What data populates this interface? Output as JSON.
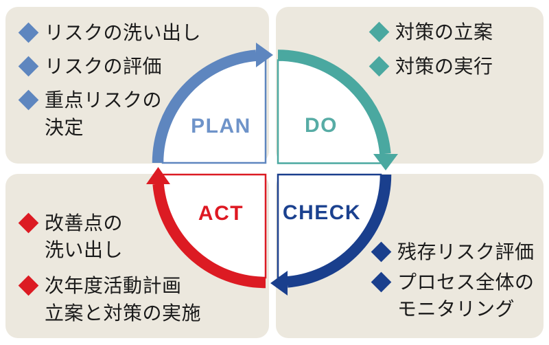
{
  "diagram": {
    "type": "pdca-cycle",
    "flow_order": [
      "PLAN",
      "DO",
      "CHECK",
      "ACT"
    ],
    "flow_direction": "clockwise"
  },
  "colors": {
    "plan": {
      "main": "#5E86BF",
      "label": "#6E93C9"
    },
    "do": {
      "main": "#4AA8A0",
      "label": "#57ACA5"
    },
    "check": {
      "main": "#1A3F8D",
      "label": "#1B418F"
    },
    "act": {
      "main": "#DC1B23",
      "label": "#DE1822"
    },
    "panel_background": "#ECE8DE",
    "circle_background": "#FFFFFF",
    "body_text": "#1A1A1A"
  },
  "quadrants": {
    "plan": {
      "label": "PLAN",
      "items": [
        {
          "text": "リスクの洗い出し"
        },
        {
          "text": "リスクの評価"
        },
        {
          "text": "重点リスクの\n決定"
        }
      ]
    },
    "do": {
      "label": "DO",
      "items": [
        {
          "text": "対策の立案"
        },
        {
          "text": "対策の実行"
        }
      ]
    },
    "check": {
      "label": "CHECK",
      "items": [
        {
          "text": "残存リスク評価"
        },
        {
          "text": "プロセス全体の\nモニタリング"
        }
      ]
    },
    "act": {
      "label": "ACT",
      "items": [
        {
          "text": "改善点の\n洗い出し"
        },
        {
          "text": "次年度活動計画\n立案と対策の実施"
        }
      ]
    }
  }
}
